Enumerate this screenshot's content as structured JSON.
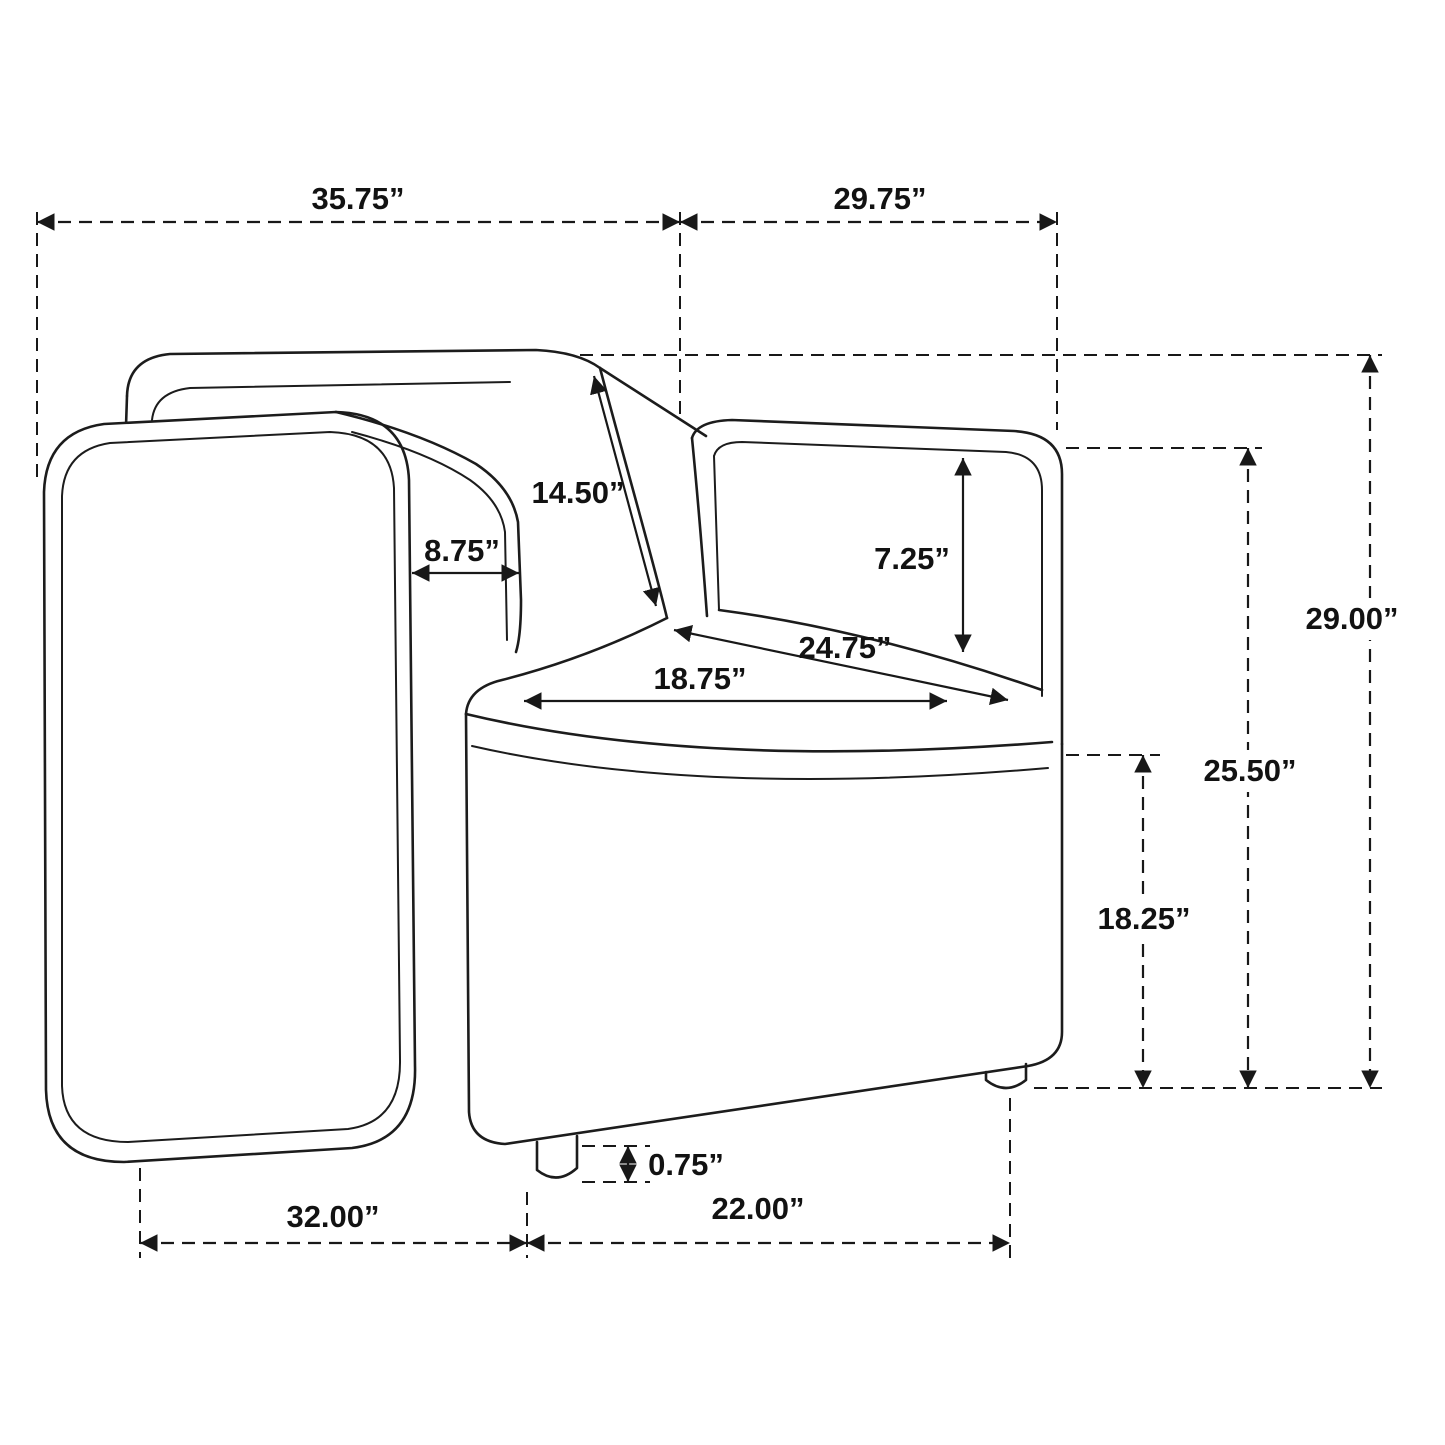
{
  "colors": {
    "line": "#1c1c1c",
    "background": "#ffffff"
  },
  "dims": {
    "overall_width": "35.75”",
    "overall_depth": "29.75”",
    "back_cushion_length": "14.50”",
    "arm_thickness": "8.75”",
    "inner_back_height": "7.25”",
    "seat_diagonal": "24.75”",
    "seat_width": "18.75”",
    "overall_height": "29.00”",
    "arm_height": "25.50”",
    "seat_height": "18.25”",
    "leg_height": "0.75”",
    "base_width": "32.00”",
    "base_depth": "22.00”"
  }
}
